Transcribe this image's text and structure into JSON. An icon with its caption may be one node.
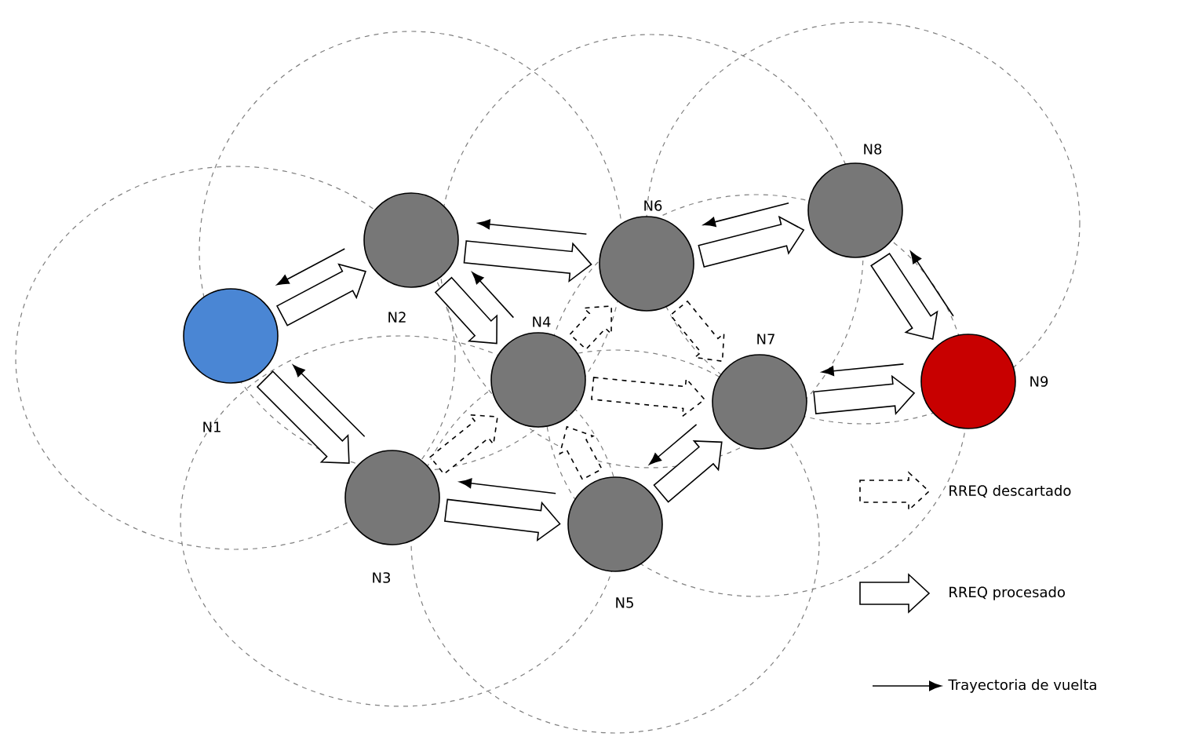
{
  "diagram": {
    "nodes": [
      {
        "text": [],
        "shape": "circle",
        "beside": [
          "N1"
        ]
      },
      {
        "text": [],
        "shape": "circle",
        "beside": [
          "N2"
        ]
      },
      {
        "text": [],
        "shape": "circle",
        "beside": [
          "N3"
        ]
      },
      {
        "text": [],
        "shape": "circle",
        "beside": [
          "N4"
        ]
      },
      {
        "text": [],
        "shape": "circle",
        "beside": [
          "N5"
        ]
      },
      {
        "text": [],
        "shape": "circle",
        "beside": [
          "N6"
        ]
      },
      {
        "text": [],
        "shape": "circle",
        "beside": [
          "N7"
        ]
      },
      {
        "text": [],
        "shape": "circle",
        "beside": [
          "N8"
        ]
      },
      {
        "text": [],
        "shape": "circle",
        "beside": [
          "N9"
        ]
      }
    ],
    "edges": [
      {
        "from": 0,
        "to": 1,
        "arrow": "to",
        "style": "thick"
      },
      {
        "from": 0,
        "to": 2,
        "arrow": "to",
        "style": "thick"
      },
      {
        "from": 1,
        "to": 5,
        "arrow": "to",
        "style": "thick"
      },
      {
        "from": 1,
        "to": 3,
        "arrow": "to",
        "style": "thick"
      },
      {
        "from": 2,
        "to": 4,
        "arrow": "to",
        "style": "thick"
      },
      {
        "from": 4,
        "to": 6,
        "arrow": "to",
        "style": "thick"
      },
      {
        "from": 5,
        "to": 7,
        "arrow": "to",
        "style": "thick"
      },
      {
        "from": 6,
        "to": 8,
        "arrow": "to",
        "style": "thick"
      },
      {
        "from": 7,
        "to": 8,
        "arrow": "to",
        "style": "thick"
      },
      {
        "from": 3,
        "to": 5,
        "arrow": "to",
        "style": "dashed"
      },
      {
        "from": 2,
        "to": 3,
        "arrow": "to",
        "style": "dashed"
      },
      {
        "from": 3,
        "to": 6,
        "arrow": "to",
        "style": "dashed"
      },
      {
        "from": 4,
        "to": 3,
        "arrow": "to",
        "style": "dashed"
      },
      {
        "from": 5,
        "to": 6,
        "arrow": "to",
        "style": "dashed"
      },
      {
        "from": 1,
        "to": 0,
        "arrow": "to"
      },
      {
        "from": 2,
        "to": 0,
        "arrow": "to"
      },
      {
        "from": 5,
        "to": 1,
        "arrow": "to"
      },
      {
        "from": 3,
        "to": 1,
        "arrow": "to"
      },
      {
        "from": 4,
        "to": 2,
        "arrow": "to"
      },
      {
        "from": 6,
        "to": 4,
        "arrow": "to"
      },
      {
        "from": 7,
        "to": 5,
        "arrow": "to"
      },
      {
        "from": 8,
        "to": 7,
        "arrow": "to"
      },
      {
        "from": 8,
        "to": 6,
        "arrow": "to"
      }
    ],
    "legend": [
      {
        "text": "RREQ descartado"
      },
      {
        "text": "RREQ procesado"
      },
      {
        "text": "Trayectoria de vuelta"
      }
    ]
  }
}
